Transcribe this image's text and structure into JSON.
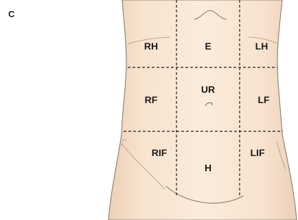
{
  "panel_letter": "C",
  "regions": {
    "rh": "RH",
    "e": "E",
    "lh": "LH",
    "rf": "RF",
    "ur": "UR",
    "lf": "LF",
    "rif": "RIF",
    "h": "H",
    "lif": "LIF"
  },
  "colors": {
    "skin": "#f7e3cf",
    "skin_shadow": "#ecd0b7",
    "divider": "#1a1a1a"
  }
}
